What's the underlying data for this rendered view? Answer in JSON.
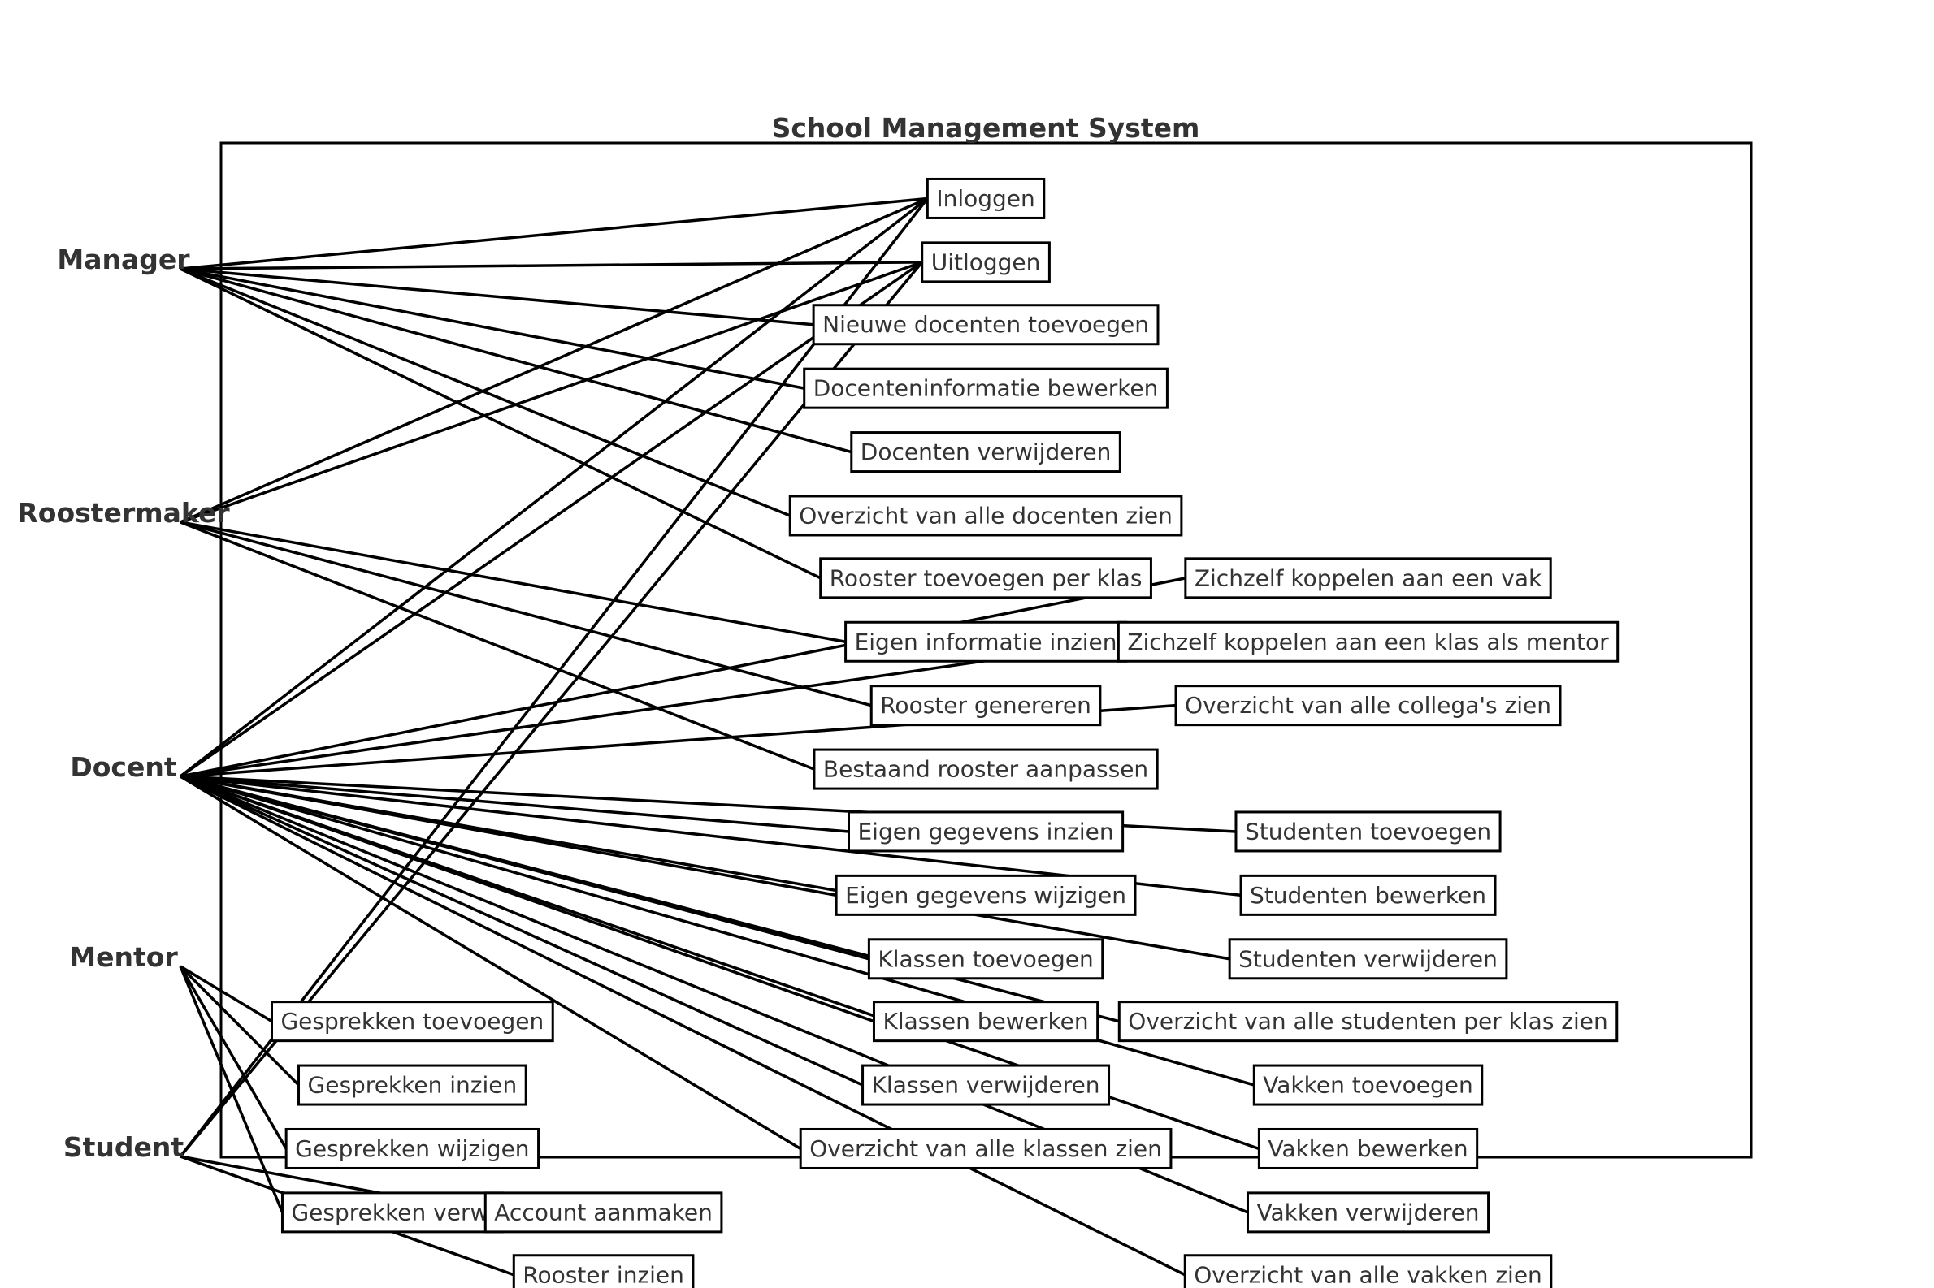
{
  "title": "School Management System",
  "actors": [
    {
      "id": "manager",
      "name": "Manager"
    },
    {
      "id": "roostermaker",
      "name": "Roostermaker"
    },
    {
      "id": "docent",
      "name": "Docent"
    },
    {
      "id": "mentor",
      "name": "Mentor"
    },
    {
      "id": "student",
      "name": "Student"
    }
  ],
  "use_cases": [
    {
      "id": "inloggen",
      "label": "Inloggen"
    },
    {
      "id": "uitloggen",
      "label": "Uitloggen"
    },
    {
      "id": "nieuwe_docenten",
      "label": "Nieuwe docenten toevoegen"
    },
    {
      "id": "docenteninfo",
      "label": "Docenteninformatie bewerken"
    },
    {
      "id": "docenten_verwijderen",
      "label": "Docenten verwijderen"
    },
    {
      "id": "overzicht_docenten",
      "label": "Overzicht van alle docenten zien"
    },
    {
      "id": "rooster_per_klas",
      "label": "Rooster toevoegen per klas"
    },
    {
      "id": "eigen_info",
      "label": "Eigen informatie inzien"
    },
    {
      "id": "rooster_genereren",
      "label": "Rooster genereren"
    },
    {
      "id": "bestaand_rooster",
      "label": "Bestaand rooster aanpassen"
    },
    {
      "id": "eigen_gegevens_inzien",
      "label": "Eigen gegevens inzien"
    },
    {
      "id": "eigen_gegevens_wijzigen",
      "label": "Eigen gegevens wijzigen"
    },
    {
      "id": "klassen_toevoegen",
      "label": "Klassen toevoegen"
    },
    {
      "id": "klassen_bewerken",
      "label": "Klassen bewerken"
    },
    {
      "id": "klassen_verwijderen",
      "label": "Klassen verwijderen"
    },
    {
      "id": "overzicht_klassen",
      "label": "Overzicht van alle klassen zien"
    },
    {
      "id": "koppelen_vak",
      "label": "Zichzelf koppelen aan een vak"
    },
    {
      "id": "koppelen_klas_mentor",
      "label": "Zichzelf koppelen aan een klas als mentor"
    },
    {
      "id": "overzicht_collegas",
      "label": "Overzicht van alle collega's zien"
    },
    {
      "id": "studenten_toevoegen",
      "label": "Studenten toevoegen"
    },
    {
      "id": "studenten_bewerken",
      "label": "Studenten bewerken"
    },
    {
      "id": "studenten_verwijderen",
      "label": "Studenten verwijderen"
    },
    {
      "id": "overzicht_studenten_klas",
      "label": "Overzicht van alle studenten per klas zien"
    },
    {
      "id": "vakken_toevoegen",
      "label": "Vakken toevoegen"
    },
    {
      "id": "vakken_bewerken",
      "label": "Vakken bewerken"
    },
    {
      "id": "vakken_verwijderen",
      "label": "Vakken verwijderen"
    },
    {
      "id": "overzicht_vakken",
      "label": "Overzicht van alle vakken zien"
    },
    {
      "id": "gesprekken_toevoegen",
      "label": "Gesprekken toevoegen"
    },
    {
      "id": "gesprekken_inzien",
      "label": "Gesprekken inzien"
    },
    {
      "id": "gesprekken_wijzigen",
      "label": "Gesprekken wijzigen"
    },
    {
      "id": "gesprekken_verwijderen",
      "label": "Gesprekken verwijderen"
    },
    {
      "id": "account_aanmaken",
      "label": "Account aanmaken"
    },
    {
      "id": "rooster_inzien",
      "label": "Rooster inzien"
    }
  ],
  "associations": [
    [
      "manager",
      "inloggen"
    ],
    [
      "manager",
      "uitloggen"
    ],
    [
      "manager",
      "nieuwe_docenten"
    ],
    [
      "manager",
      "docenteninfo"
    ],
    [
      "manager",
      "docenten_verwijderen"
    ],
    [
      "manager",
      "overzicht_docenten"
    ],
    [
      "manager",
      "rooster_per_klas"
    ],
    [
      "roostermaker",
      "inloggen"
    ],
    [
      "roostermaker",
      "uitloggen"
    ],
    [
      "roostermaker",
      "eigen_info"
    ],
    [
      "roostermaker",
      "rooster_genereren"
    ],
    [
      "roostermaker",
      "bestaand_rooster"
    ],
    [
      "docent",
      "inloggen"
    ],
    [
      "docent",
      "uitloggen"
    ],
    [
      "docent",
      "koppelen_vak"
    ],
    [
      "docent",
      "koppelen_klas_mentor"
    ],
    [
      "docent",
      "overzicht_collegas"
    ],
    [
      "docent",
      "eigen_gegevens_inzien"
    ],
    [
      "docent",
      "eigen_gegevens_wijzigen"
    ],
    [
      "docent",
      "klassen_toevoegen"
    ],
    [
      "docent",
      "klassen_bewerken"
    ],
    [
      "docent",
      "klassen_verwijderen"
    ],
    [
      "docent",
      "overzicht_klassen"
    ],
    [
      "docent",
      "studenten_toevoegen"
    ],
    [
      "docent",
      "studenten_bewerken"
    ],
    [
      "docent",
      "studenten_verwijderen"
    ],
    [
      "docent",
      "overzicht_studenten_klas"
    ],
    [
      "docent",
      "vakken_toevoegen"
    ],
    [
      "docent",
      "vakken_bewerken"
    ],
    [
      "docent",
      "vakken_verwijderen"
    ],
    [
      "docent",
      "overzicht_vakken"
    ],
    [
      "mentor",
      "gesprekken_toevoegen"
    ],
    [
      "mentor",
      "gesprekken_inzien"
    ],
    [
      "mentor",
      "gesprekken_wijzigen"
    ],
    [
      "mentor",
      "gesprekken_verwijderen"
    ],
    [
      "student",
      "inloggen"
    ],
    [
      "student",
      "uitloggen"
    ],
    [
      "student",
      "account_aanmaken"
    ],
    [
      "student",
      "rooster_inzien"
    ]
  ]
}
